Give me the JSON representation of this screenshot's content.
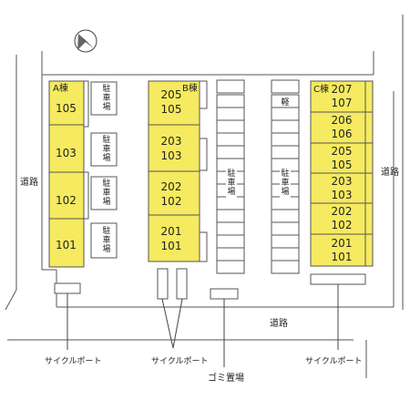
{
  "colors": {
    "building": "#f5ea60",
    "outline": "#555555",
    "road_line": "#555555"
  },
  "compass": {
    "icon": "north-arrow-icon"
  },
  "roads": {
    "left": "道路",
    "right": "道路",
    "bottom": "道路"
  },
  "building_a": {
    "label": "A棟",
    "units": [
      "105",
      "103",
      "102",
      "101"
    ]
  },
  "building_b": {
    "label": "B棟",
    "units": [
      {
        "upper": "205",
        "lower": "105"
      },
      {
        "upper": "203",
        "lower": "103"
      },
      {
        "upper": "202",
        "lower": "102"
      },
      {
        "upper": "201",
        "lower": "101"
      }
    ]
  },
  "building_c": {
    "label": "C棟",
    "units": [
      {
        "upper": "207",
        "lower": "107"
      },
      {
        "upper": "206",
        "lower": "106"
      },
      {
        "upper": "205",
        "lower": "105"
      },
      {
        "upper": "203",
        "lower": "103"
      },
      {
        "upper": "202",
        "lower": "102"
      },
      {
        "upper": "201",
        "lower": "101"
      }
    ]
  },
  "parking_a": [
    "駐",
    "車",
    "場"
  ],
  "parking_center_left": [
    "駐",
    "車",
    "場"
  ],
  "parking_center_right": [
    "駐",
    "車",
    "場"
  ],
  "parking_small": "軽",
  "cycle_port_labels": [
    "サイクルポート",
    "サイクルポート",
    "サイクルポート"
  ],
  "garbage_label": "ゴミ置場"
}
